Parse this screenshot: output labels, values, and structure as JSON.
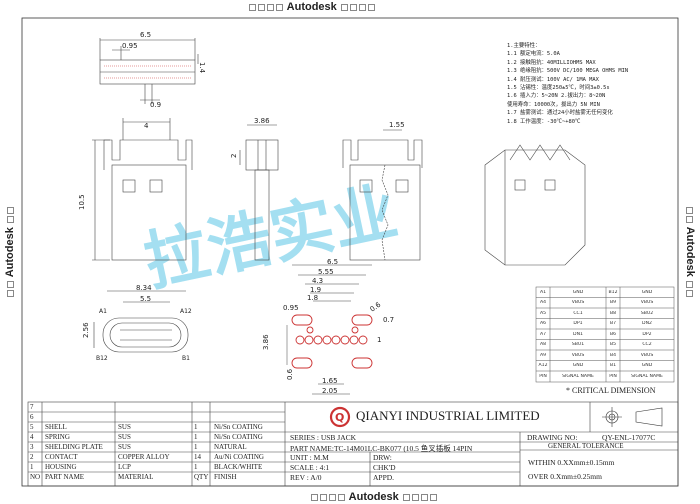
{
  "watermark": {
    "text": "Autodesk",
    "squares": 4
  },
  "spec_notes": [
    "1.主要特性：",
    "1.1 额定电流：5.0A",
    "1.2 接触阻抗：40MILLIOHMS MAX",
    "1.3 绝缘阻抗：500V DC/100 MEGA OHMS MIN",
    "1.4 耐压测试：100V AC/ 1MA MAX",
    "1.5 沾锡性：温度250±5℃，时间3±0.5s",
    "1.6 插入力：5~20N  2.拔出力：8~20N",
    "    使用寿命：10000次，拔出力 5N MIN",
    "1.7 盐雾测试：通过24小时盐雾无任何变化",
    "1.8 工作温度：-30℃~+80℃"
  ],
  "dimensions": {
    "top_view": [
      "6.5",
      "0.95",
      "1.4",
      "0.9"
    ],
    "front_view": [
      "4",
      "10.5"
    ],
    "side_view": [
      "3.86",
      "2"
    ],
    "rear_view": [
      "1.55"
    ],
    "end_view": [
      "8.34",
      "5.5",
      "2.56",
      "A1",
      "A12",
      "B12",
      "B1"
    ],
    "footprint": [
      "6.5",
      "5.55",
      "4.3",
      "1.9",
      "1.8",
      "0.95",
      "3.86",
      "0.6",
      "1.65",
      "2.05",
      "1",
      "0.7",
      "0.6"
    ]
  },
  "watermark_logo": "拉浩实业",
  "pin_table": {
    "rows": [
      [
        "A1",
        "GND",
        "B12",
        "GND"
      ],
      [
        "A4",
        "VBUS",
        "B9",
        "VBUS"
      ],
      [
        "A5",
        "CC1",
        "B8",
        "SBU2"
      ],
      [
        "A6",
        "DP1",
        "B7",
        "DN2"
      ],
      [
        "A7",
        "DN1",
        "B6",
        "DP2"
      ],
      [
        "A8",
        "SBU1",
        "B5",
        "CC2"
      ],
      [
        "A9",
        "VBUS",
        "B4",
        "VBUS"
      ],
      [
        "A12",
        "GND",
        "B1",
        "GND"
      ],
      [
        "PIN",
        "SIGNAL NAME",
        "PIN",
        "SIGNAL NAME"
      ]
    ]
  },
  "critical_note": "* CRITICAL DIMENSION",
  "bom": [
    {
      "no": "7",
      "part": "",
      "material": "",
      "qty": "",
      "finish": ""
    },
    {
      "no": "6",
      "part": "",
      "material": "",
      "qty": "",
      "finish": ""
    },
    {
      "no": "5",
      "part": "SHELL",
      "material": "SUS",
      "qty": "1",
      "finish": "Ni/Sn COATING"
    },
    {
      "no": "4",
      "part": "SPRING",
      "material": "SUS",
      "qty": "1",
      "finish": "Ni/Sn COATING"
    },
    {
      "no": "3",
      "part": "SHELDING PLATE",
      "material": "SUS",
      "qty": "1",
      "finish": "NATURAL"
    },
    {
      "no": "2",
      "part": "CONTACT",
      "material": "COPPER ALLOY",
      "qty": "14",
      "finish": "Au/Ni COATING"
    },
    {
      "no": "1",
      "part": "HOUSING",
      "material": "LCP",
      "qty": "1",
      "finish": "BLACK/WHITE"
    }
  ],
  "bom_header": {
    "no": "NO",
    "part": "PART NAME",
    "material": "MATERIAL",
    "qty": "QTY",
    "finish": "FINISH"
  },
  "company": {
    "letter": "Q",
    "name": "QIANYI INDUSTRIAL LIMITED"
  },
  "title_block": {
    "series": "SERIES : USB JACK",
    "part_name": "PART NAME:TC-14M01LC-BK077 (10.5 鱼叉插板 14PIN",
    "unit": "UNIT : M.M",
    "scale": "SCALE : 4:1",
    "rev": "REV  :  A/0",
    "drw": "DRW:",
    "chkd": "CHK'D",
    "appd": "APPD.",
    "drawing_no_label": "DRAWING NO:",
    "drawing_no": "QY-ENL-17077C",
    "general_tolerance": "GENERAL TOLERANCE",
    "within": "WITHIN 0.XXmm±0.15mm",
    "over": "OVER   0.Xmm±0.25mm"
  }
}
